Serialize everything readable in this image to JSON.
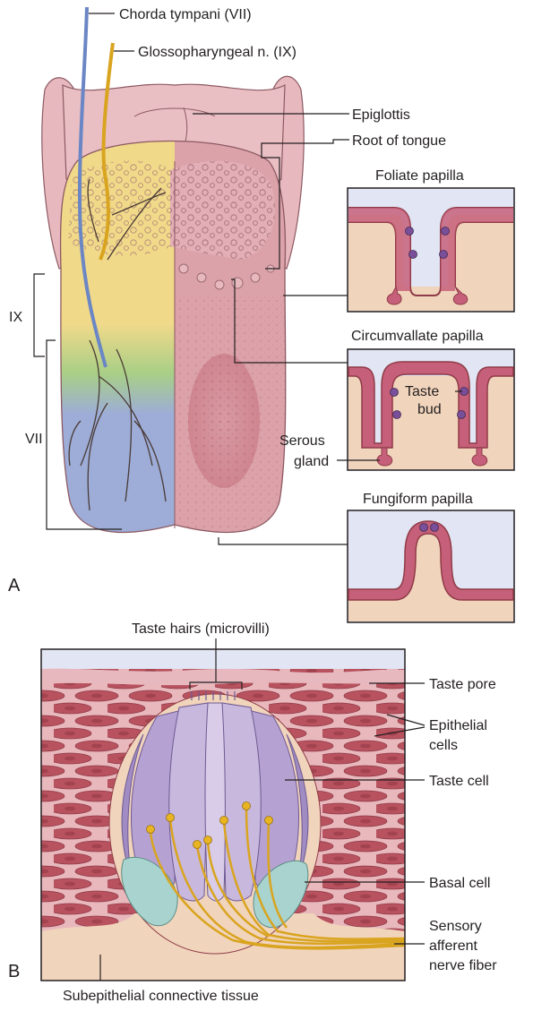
{
  "colors": {
    "tongue_pink": "#e7b9bf",
    "root_pink": "#dca2aa",
    "region_ix_yellow": "#f1d98a",
    "region_vii_blue": "#9dadd8",
    "papilla_rose": "#c6607a",
    "chorda_nerve": "#6b86c4",
    "gloss_nerve": "#d9a41f",
    "taste_cell_lavender": "#b6a2d2",
    "basal_cell_teal": "#a9d3ce",
    "epithelium_red": "#b9525f",
    "connective_tan": "#f1d4bc",
    "fluid_blue": "#e2e5f4"
  },
  "panel_a": {
    "letter": "A",
    "labels": {
      "chorda_tympani": "Chorda tympani (VII)",
      "glossopharyngeal": "Glossopharyngeal n. (IX)",
      "epiglottis": "Epiglottis",
      "root_of_tongue": "Root of tongue",
      "bracket_ix": "IX",
      "bracket_vii": "VII",
      "serous_gland_1": "Serous",
      "serous_gland_2": "gland",
      "taste_bud_1": "Taste",
      "taste_bud_2": "bud"
    },
    "insets": {
      "foliate": "Foliate papilla",
      "circumvallate": "Circumvallate papilla",
      "fungiform": "Fungiform papilla"
    }
  },
  "panel_b": {
    "letter": "B",
    "labels": {
      "taste_hairs": "Taste hairs (microvilli)",
      "taste_pore": "Taste pore",
      "epithelial_1": "Epithelial",
      "epithelial_2": "cells",
      "taste_cell": "Taste cell",
      "basal_cell": "Basal cell",
      "sensory_1": "Sensory",
      "sensory_2": "afferent",
      "sensory_3": "nerve fiber",
      "connective": "Subepithelial connective tissue"
    }
  }
}
